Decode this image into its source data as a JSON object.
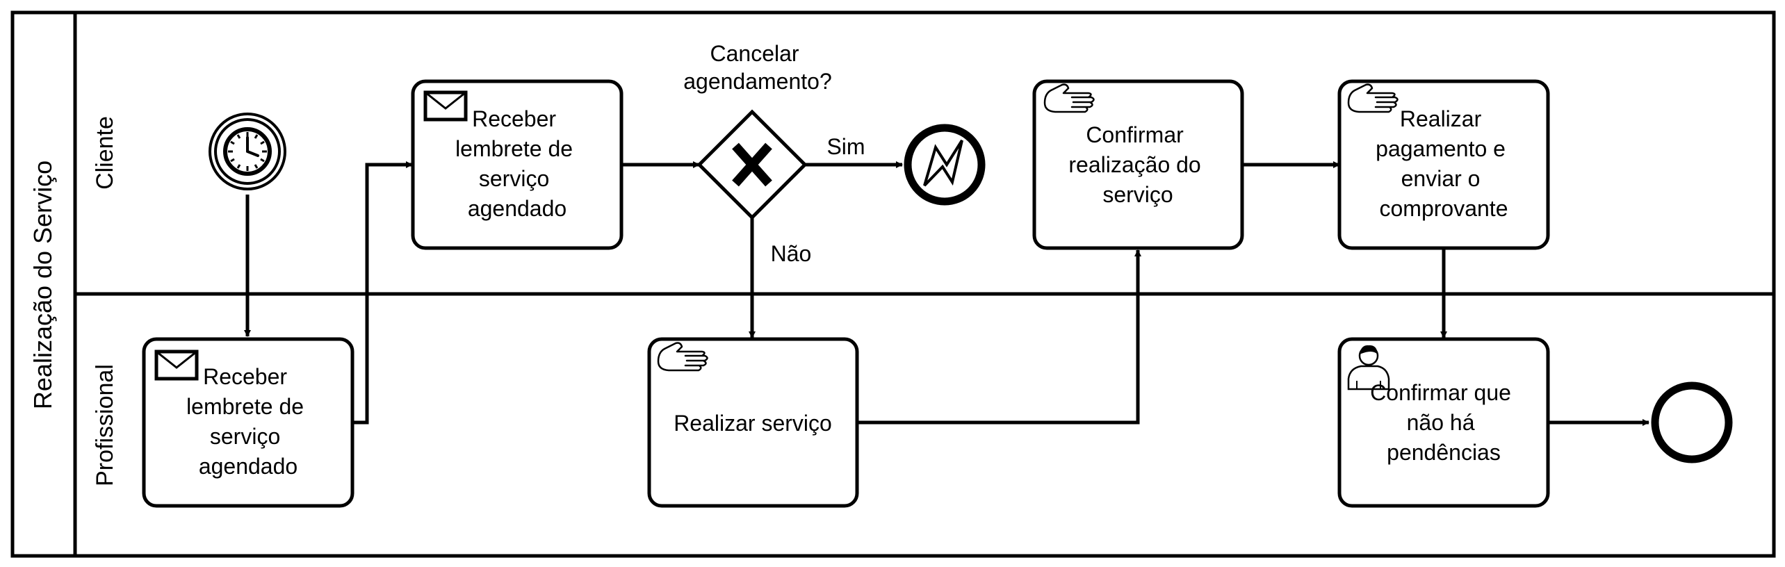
{
  "pool": {
    "label": "Realização do Serviço"
  },
  "lanes": [
    {
      "id": "lane-cliente",
      "label": "Cliente"
    },
    {
      "id": "lane-profissional",
      "label": "Profissional"
    }
  ],
  "tasks": [
    {
      "id": "task-cliente-receber-lembrete",
      "type": "receive",
      "icon": "envelope-icon",
      "lines": [
        "Receber",
        "lembrete de",
        "serviço",
        "agendado"
      ]
    },
    {
      "id": "task-confirmar-realizacao",
      "type": "manual",
      "icon": "hand-icon",
      "lines": [
        "Confirmar",
        "realização do",
        "serviço"
      ]
    },
    {
      "id": "task-realizar-pagamento",
      "type": "manual",
      "icon": "hand-icon",
      "lines": [
        "Realizar",
        "pagamento e",
        "enviar o",
        "comprovante"
      ]
    },
    {
      "id": "task-profissional-receber-lembrete",
      "type": "receive",
      "icon": "envelope-icon",
      "lines": [
        "Receber",
        "lembrete de",
        "serviço",
        "agendado"
      ]
    },
    {
      "id": "task-realizar-servico",
      "type": "manual",
      "icon": "hand-icon",
      "lines": [
        "Realizar serviço"
      ]
    },
    {
      "id": "task-confirmar-pendencias",
      "type": "user",
      "icon": "user-icon",
      "lines": [
        "Confirmar que",
        "não há",
        "pendências"
      ]
    }
  ],
  "gateway": {
    "type": "exclusive",
    "icon": "x-gateway-icon",
    "question_lines": [
      "Cancelar",
      "agendamento?"
    ]
  },
  "flow_labels": {
    "sim": "Sim",
    "nao": "Não"
  },
  "events": [
    {
      "id": "timer-start",
      "type": "timer-start",
      "icon": "clock-icon"
    },
    {
      "id": "error-end",
      "type": "error-end",
      "icon": "lightning-icon"
    },
    {
      "id": "end",
      "type": "end",
      "icon": "end-circle-icon"
    }
  ]
}
